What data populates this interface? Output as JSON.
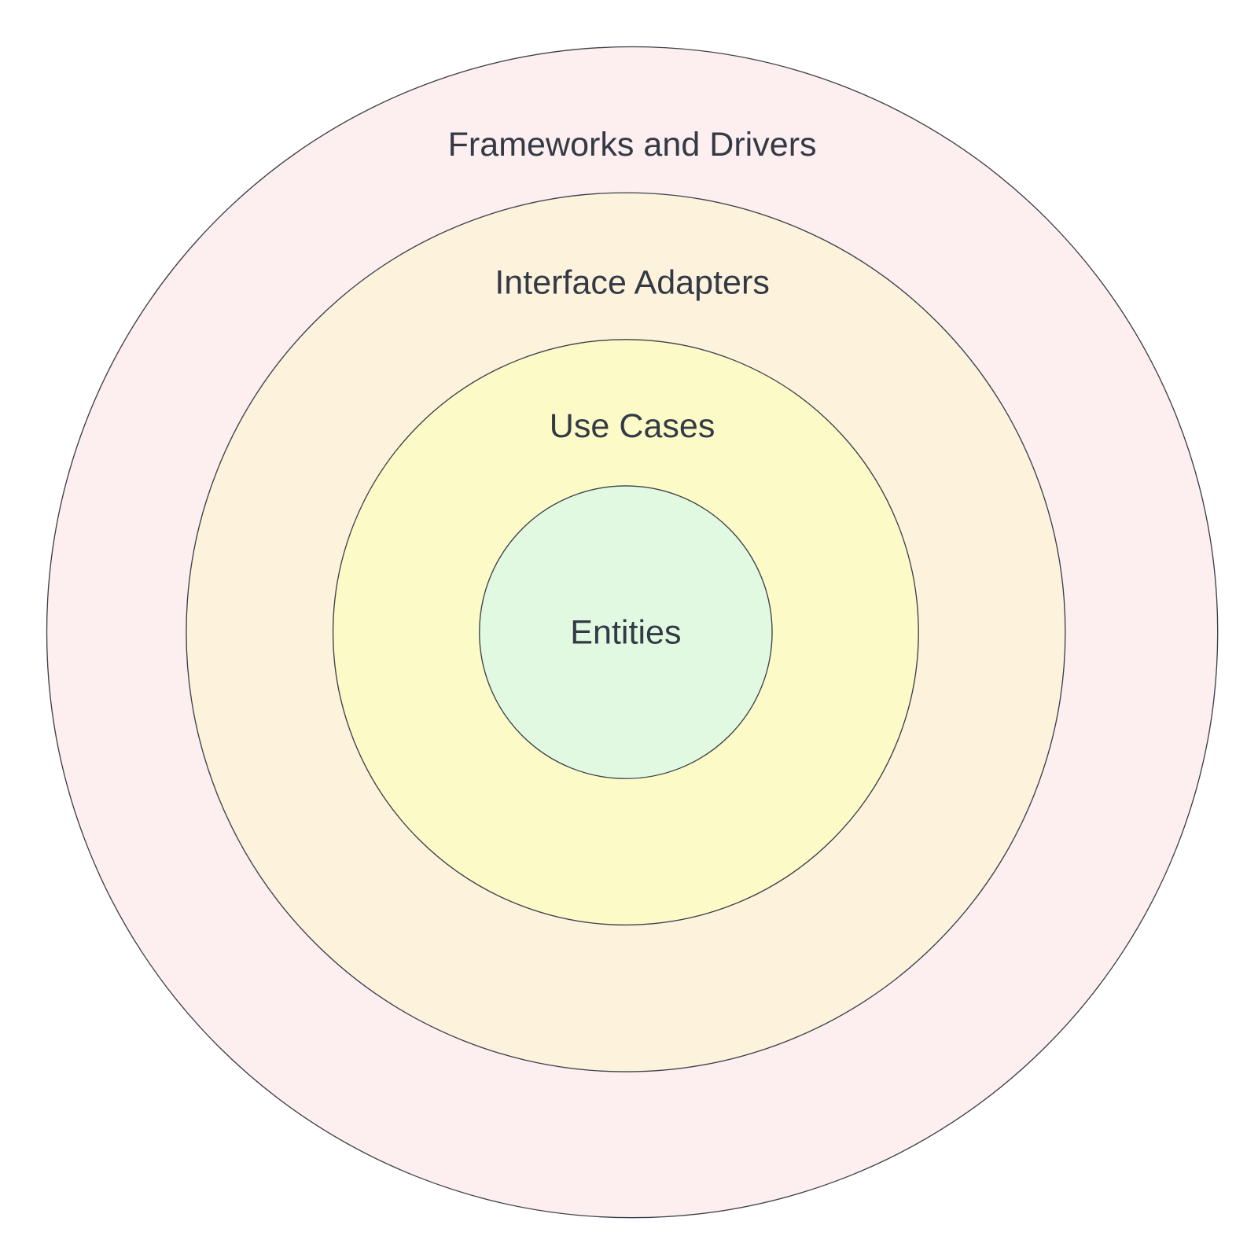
{
  "diagram": {
    "layers": [
      {
        "label": "Frameworks and Drivers",
        "color": "#fdefef"
      },
      {
        "label": "Interface Adapters",
        "color": "#fdf2dc"
      },
      {
        "label": "Use Cases",
        "color": "#fcfbc8"
      },
      {
        "label": "Entities",
        "color": "#e1f9e1"
      }
    ],
    "text_color": "#333a46"
  }
}
